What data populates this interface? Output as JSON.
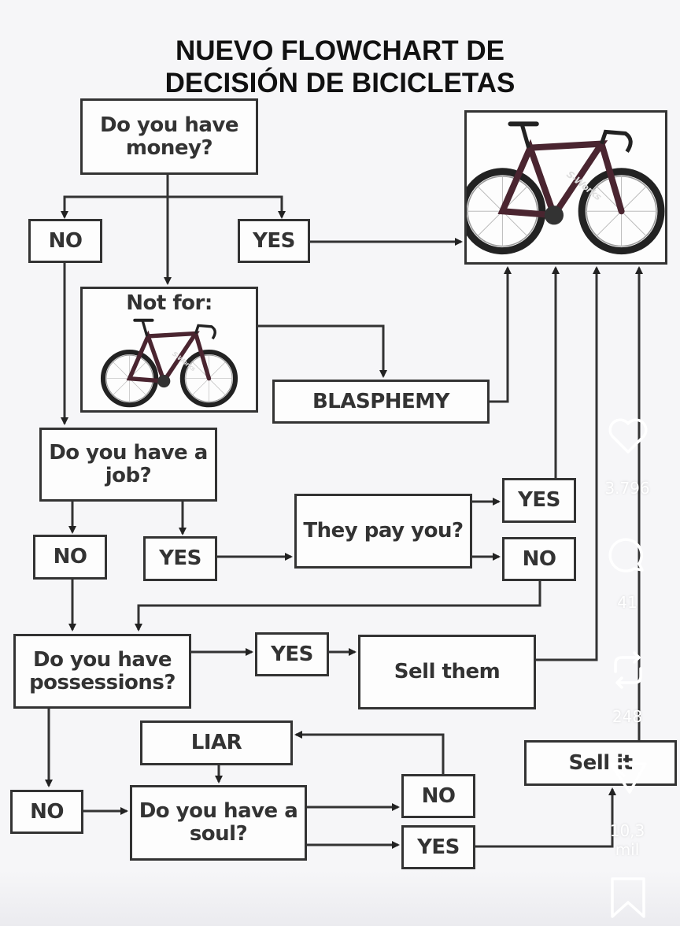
{
  "title": {
    "line1": "NUEVO FLOWCHART DE",
    "line2": "DECISIÓN DE BICICLETAS"
  },
  "nodes": {
    "money": "Do you have money?",
    "money_no": "NO",
    "money_yes": "YES",
    "not_for": "Not for:",
    "blasphemy": "BLASPHEMY",
    "job": "Do you have a job?",
    "job_no": "NO",
    "job_yes": "YES",
    "pay": "They pay you?",
    "pay_yes": "YES",
    "pay_no": "NO",
    "possessions": "Do you have possessions?",
    "poss_yes": "YES",
    "sell_them": "Sell them",
    "poss_no": "NO",
    "liar": "LIAR",
    "soul": "Do you have a soul?",
    "soul_no": "NO",
    "soul_yes": "YES",
    "sell_it": "Sell it"
  },
  "bike_label": "S-Works",
  "overlay": {
    "likes": "3.796",
    "comments": "41",
    "reposts": "248",
    "shares": "10,3 mil"
  },
  "colors": {
    "bike_frame": "#4a2530",
    "line": "#333333"
  }
}
